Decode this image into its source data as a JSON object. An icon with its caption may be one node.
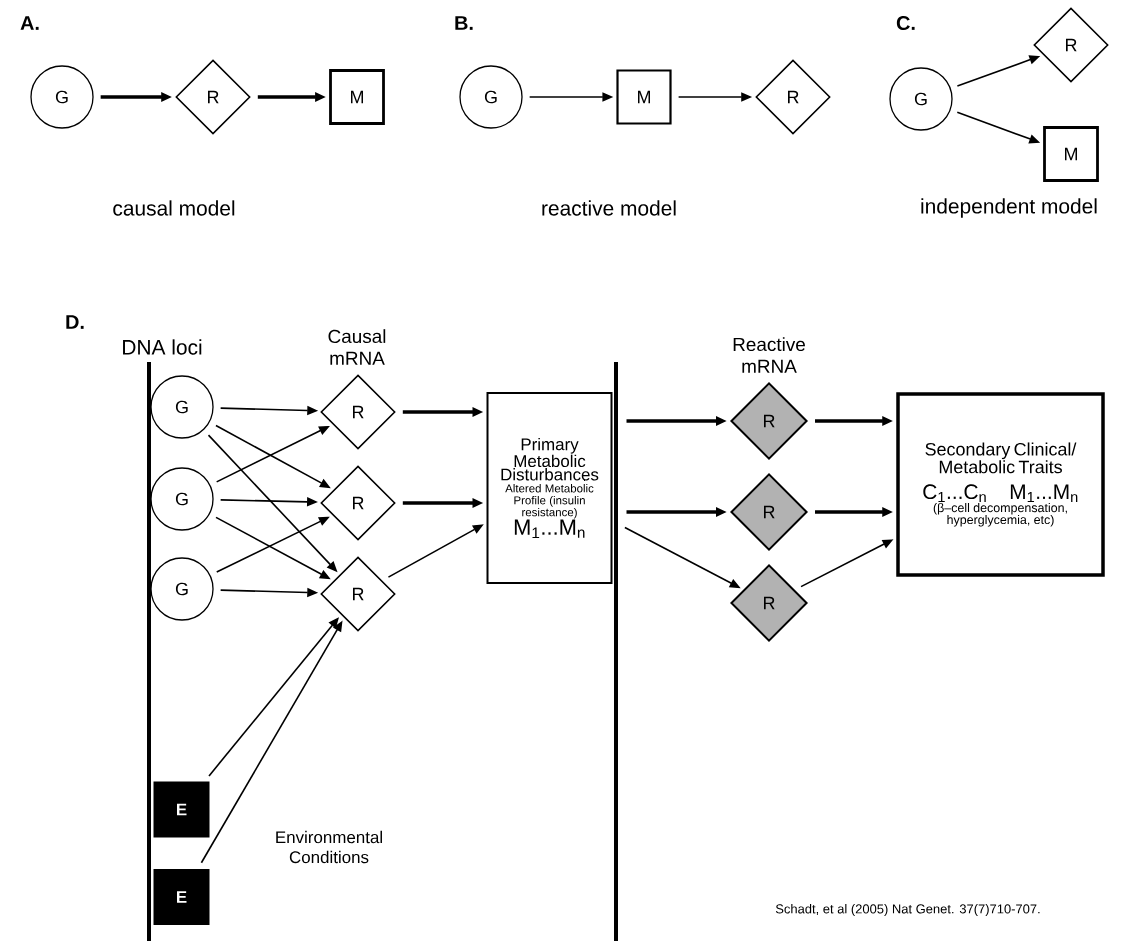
{
  "diagram": {
    "nodes": [
      {
        "text": [
          "G"
        ]
      },
      {
        "text": [
          "R"
        ]
      },
      {
        "text": [
          "M"
        ]
      },
      {
        "text": [
          "G"
        ]
      },
      {
        "text": [
          "M"
        ]
      },
      {
        "text": [
          "R"
        ]
      },
      {
        "text": [
          "G"
        ]
      },
      {
        "text": [
          "R"
        ]
      },
      {
        "text": [
          "M"
        ]
      },
      {
        "text": [
          "G"
        ]
      },
      {
        "text": [
          "G"
        ]
      },
      {
        "text": [
          "G"
        ]
      },
      {
        "text": [
          "R"
        ]
      },
      {
        "text": [
          "R"
        ]
      },
      {
        "text": [
          "R"
        ]
      },
      {
        "text": [
          "Primary Metabolic Disturbances",
          "Altered Metabolic Profile (insulin resistance)",
          "M$_{1}$...M$_{n}$"
        ]
      },
      {
        "text": [
          "R"
        ]
      },
      {
        "text": [
          "R"
        ]
      },
      {
        "text": [
          "R"
        ]
      },
      {
        "text": [
          "Secondary Clinical/ Metabolic Traits",
          "C$_{1}$...C$_{n}$",
          "M$_{1}$...M$_{n}$",
          "(β–cell decompensation, hyperglycemia, etc)"
        ]
      },
      {
        "text": [
          "E"
        ]
      },
      {
        "text": [
          "E"
        ]
      }
    ],
    "edges": [
      {
        "from": 0,
        "to": 1,
        "arrow": "to",
        "style": "thick"
      },
      {
        "from": 1,
        "to": 2,
        "arrow": "to",
        "style": "thick"
      },
      {
        "from": 3,
        "to": 4,
        "arrow": "to"
      },
      {
        "from": 4,
        "to": 5,
        "arrow": "to"
      },
      {
        "from": 6,
        "to": 7,
        "arrow": "to"
      },
      {
        "from": 6,
        "to": 8,
        "arrow": "to"
      },
      {
        "from": 9,
        "to": 12,
        "arrow": "to"
      },
      {
        "from": 9,
        "to": 13,
        "arrow": "to"
      },
      {
        "from": 9,
        "to": 14,
        "arrow": "to"
      },
      {
        "from": 10,
        "to": 12,
        "arrow": "to"
      },
      {
        "from": 10,
        "to": 13,
        "arrow": "to"
      },
      {
        "from": 10,
        "to": 14,
        "arrow": "to"
      },
      {
        "from": 11,
        "to": 13,
        "arrow": "to"
      },
      {
        "from": 11,
        "to": 14,
        "arrow": "to"
      },
      {
        "from": 12,
        "to": 15,
        "arrow": "to",
        "style": "thick"
      },
      {
        "from": 13,
        "to": 15,
        "arrow": "to",
        "style": "thick"
      },
      {
        "from": 14,
        "to": 15,
        "arrow": "to"
      },
      {
        "from": 15,
        "to": 16,
        "arrow": "to",
        "style": "thick"
      },
      {
        "from": 15,
        "to": 17,
        "arrow": "to",
        "style": "thick"
      },
      {
        "from": 15,
        "to": 18,
        "arrow": "to"
      },
      {
        "from": 16,
        "to": 19,
        "arrow": "to",
        "style": "thick"
      },
      {
        "from": 17,
        "to": 19,
        "arrow": "to",
        "style": "thick"
      },
      {
        "from": 18,
        "to": 19,
        "arrow": "to"
      },
      {
        "from": 20,
        "to": 14,
        "arrow": "to"
      },
      {
        "from": 21,
        "to": 14,
        "arrow": "to"
      }
    ],
    "labels": [
      "A.",
      "B.",
      "C.",
      "causal model",
      "reactive model",
      "independent model",
      "D.",
      "DNA loci",
      "Causal mRNA",
      "Reactive mRNA",
      "Environmental Conditions",
      "Schadt, et al (2005) Nat Genet. 37(7)710-707."
    ]
  }
}
